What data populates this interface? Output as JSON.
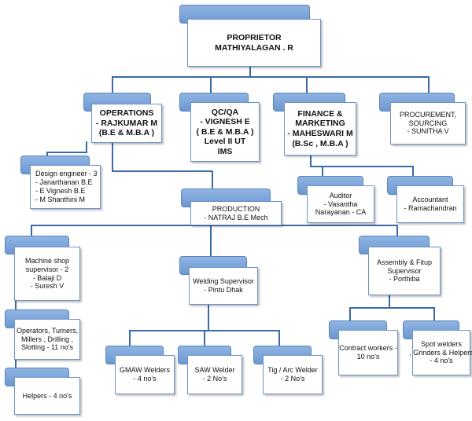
{
  "diagram": {
    "proprietor": {
      "lines": [
        "PROPRIETOR",
        "MATHIYALAGAN . R"
      ]
    },
    "operations": {
      "lines": [
        "OPERATIONS",
        "- RAJKUMAR M",
        "(B.E & M.B.A )"
      ]
    },
    "qcqa": {
      "lines": [
        "QC/QA",
        "- VIGNESH E",
        "( B.E & M.B.A )",
        "Level II UT",
        "IMS"
      ]
    },
    "finance": {
      "lines": [
        "FINANCE &",
        "MARKETING",
        "- MAHESWARI M",
        "(B.Sc , M.B.A )"
      ]
    },
    "procurement": {
      "lines": [
        "PROCUREMENT,",
        "SOURCING",
        "- SUNITHA V"
      ]
    },
    "design": {
      "lines": [
        "Design engineer - 3",
        "- Janarthanan  B.E",
        "- E Vignesh B.E",
        "- M Shanthini M"
      ]
    },
    "auditor": {
      "lines": [
        "Auditor",
        "- Vasantha",
        "Narayanan - CA"
      ]
    },
    "accountant": {
      "lines": [
        "Accountant",
        "-  Ramachandran"
      ]
    },
    "production": {
      "lines": [
        "PRODUCTION",
        "- NATRAJ B.E Mech"
      ]
    },
    "machine_shop": {
      "lines": [
        "Machine shop",
        "supervisor  - 2",
        "- Balaji D",
        "- Suresh  V"
      ]
    },
    "operators": {
      "lines": [
        "Operators, Turners,",
        "Millers , Drilling ,",
        "Slotting  - 11 no's"
      ]
    },
    "helpers": {
      "lines": [
        "Helpers - 4 no's"
      ]
    },
    "welding": {
      "lines": [
        "Welding Supervisor",
        "- Pintu Dhak"
      ]
    },
    "gmaw": {
      "lines": [
        "GMAW Welders",
        "- 4 no's"
      ]
    },
    "saw": {
      "lines": [
        "SAW Welder",
        "- 2 No's"
      ]
    },
    "tig": {
      "lines": [
        "Tig / Arc Welder",
        "- 2 No's"
      ]
    },
    "assembly": {
      "lines": [
        "Assembly & Fitup",
        "Supervisor",
        "- Porthiba"
      ]
    },
    "contract": {
      "lines": [
        "Contract workers -",
        "10 no's"
      ]
    },
    "spot": {
      "lines": [
        "Spot welders",
        ", Grinders & Helpers",
        "- 4 no's"
      ]
    }
  }
}
